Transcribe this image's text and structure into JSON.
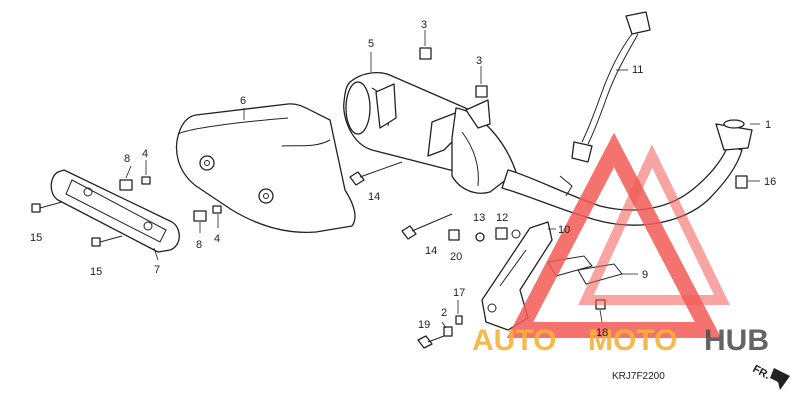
{
  "diagram": {
    "callouts": [
      {
        "id": "c1",
        "label": "1"
      },
      {
        "id": "c2",
        "label": "2"
      },
      {
        "id": "c3a",
        "label": "3"
      },
      {
        "id": "c3b",
        "label": "3"
      },
      {
        "id": "c4a",
        "label": "4"
      },
      {
        "id": "c4b",
        "label": "4"
      },
      {
        "id": "c5",
        "label": "5"
      },
      {
        "id": "c6",
        "label": "6"
      },
      {
        "id": "c7",
        "label": "7"
      },
      {
        "id": "c8a",
        "label": "8"
      },
      {
        "id": "c8b",
        "label": "8"
      },
      {
        "id": "c9",
        "label": "9"
      },
      {
        "id": "c10",
        "label": "10"
      },
      {
        "id": "c11",
        "label": "11"
      },
      {
        "id": "c12",
        "label": "12"
      },
      {
        "id": "c13",
        "label": "13"
      },
      {
        "id": "c14a",
        "label": "14"
      },
      {
        "id": "c14b",
        "label": "14"
      },
      {
        "id": "c15a",
        "label": "15"
      },
      {
        "id": "c15b",
        "label": "15"
      },
      {
        "id": "c16",
        "label": "16"
      },
      {
        "id": "c17",
        "label": "17"
      },
      {
        "id": "c18",
        "label": "18"
      },
      {
        "id": "c19",
        "label": "19"
      },
      {
        "id": "c20",
        "label": "20"
      }
    ],
    "diagram_code": "KRJ7F2200",
    "direction_marker": "FR."
  },
  "watermark": {
    "text_auto": "AUTO",
    "text_moto": "MOTO",
    "text_hub": "HUB",
    "color_red": "#f25a55",
    "color_orange": "#f7b23b",
    "color_gray": "#4a4a4a"
  }
}
